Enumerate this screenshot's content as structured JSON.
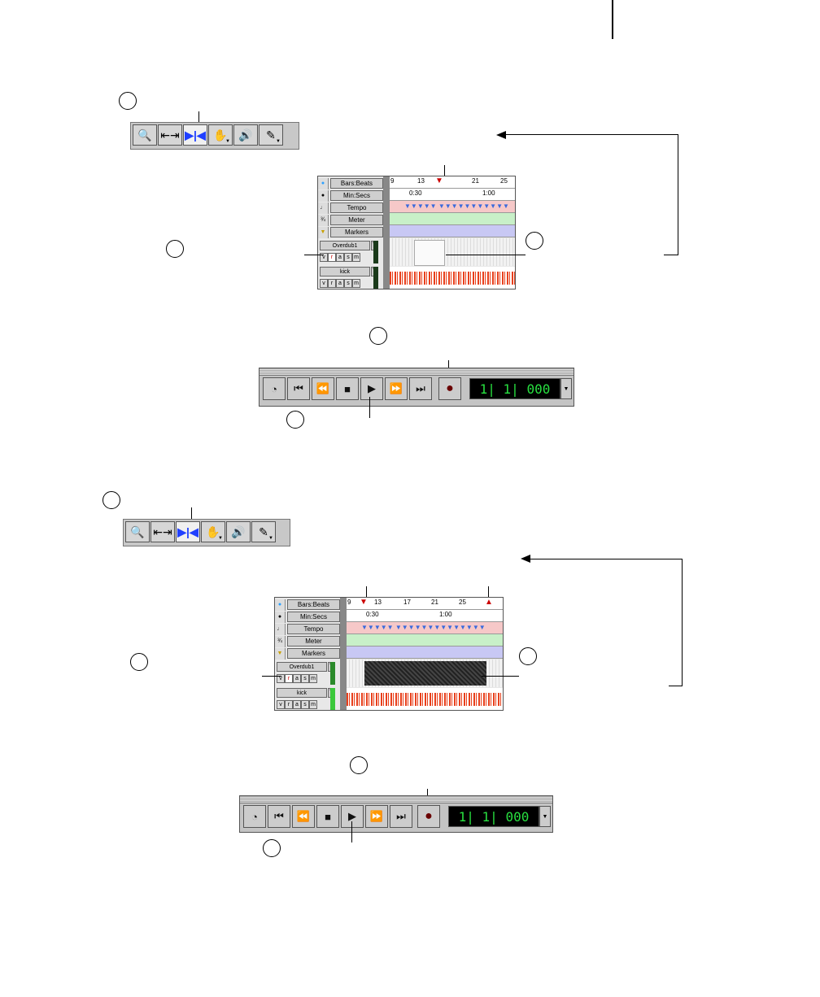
{
  "steps": {
    "a": "",
    "b": "",
    "c": "",
    "d": "",
    "e": ""
  },
  "icons": [
    "zoomer-icon",
    "trimmer-icon",
    "selector-icon",
    "grabber-icon",
    "scrubber-icon",
    "pencil-icon"
  ],
  "rulers": [
    "Bars:Beats",
    "Min:Secs",
    "Tempo",
    "Meter",
    "Markers"
  ],
  "tracks": [
    {
      "name": "Overdub1",
      "buttons": [
        "v",
        "r",
        "a",
        "s",
        "m"
      ]
    },
    {
      "name": "kick",
      "buttons": [
        "v",
        "r",
        "a",
        "s",
        "m"
      ]
    }
  ],
  "bars_top": [
    "9",
    "13",
    "21",
    "25"
  ],
  "bars_bottom": [
    "9",
    "13",
    "17",
    "21",
    "25"
  ],
  "secs_top": [
    "0:30",
    "1:00"
  ],
  "secs_bottom": [
    "0:30",
    "1:00"
  ],
  "counter": "1| 1| 000",
  "colors": {
    "tempo": "#f6c8c8",
    "meter": "#c8f0c8",
    "markers": "#c8c8f4",
    "waveform": "#e8401c",
    "counter": "#28e040",
    "selector": "#2040ff"
  }
}
